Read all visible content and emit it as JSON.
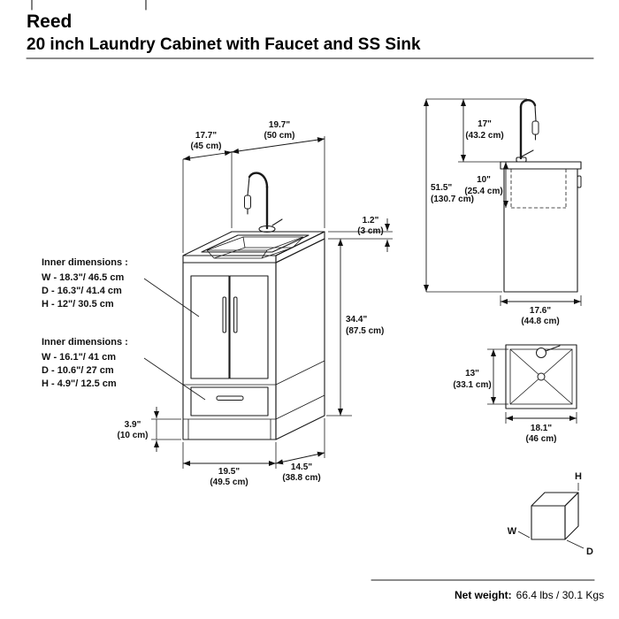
{
  "header": {
    "brand": "Reed",
    "title": "20 inch Laundry Cabinet with Faucet and SS Sink"
  },
  "front_view": {
    "top_depth_in": "17.7\"",
    "top_depth_cm": "(45 cm)",
    "top_width_in": "19.7\"",
    "top_width_cm": "(50 cm)",
    "counter_thickness_in": "1.2\"",
    "counter_thickness_cm": "(3 cm)",
    "body_height_in": "34.4\"",
    "body_height_cm": "(87.5 cm)",
    "base_height_in": "3.9\"",
    "base_height_cm": "(10 cm)",
    "bottom_width_in": "19.5\"",
    "bottom_width_cm": "(49.5 cm)",
    "bottom_depth_in": "14.5\"",
    "bottom_depth_cm": "(38.8 cm)",
    "inner_cabinet": {
      "title": "Inner dimensions  :",
      "w": "W - 18.3\"/ 46.5 cm",
      "d": "D - 16.3\"/ 41.4 cm",
      "h": "H - 12\"/ 30.5 cm"
    },
    "inner_drawer": {
      "title": "Inner dimensions  :",
      "w": "W - 16.1\"/ 41 cm",
      "d": "D - 10.6\"/ 27 cm",
      "h": "H - 4.9\"/ 12.5 cm"
    }
  },
  "side_view": {
    "faucet_height_in": "17\"",
    "faucet_height_cm": "(43.2 cm)",
    "sink_depth_in": "10\"",
    "sink_depth_cm": "(25.4 cm)",
    "total_height_in": "51.5\"",
    "total_height_cm": "(130.7 cm)",
    "depth_in": "17.6\"",
    "depth_cm": "(44.8 cm)"
  },
  "top_view": {
    "depth_in": "13\"",
    "depth_cm": "(33.1 cm)",
    "width_in": "18.1\"",
    "width_cm": "(46 cm)"
  },
  "axes": {
    "h": "H",
    "w": "W",
    "d": "D"
  },
  "footer": {
    "label": "Net weight:",
    "value": "66.4 lbs / 30.1 Kgs"
  }
}
